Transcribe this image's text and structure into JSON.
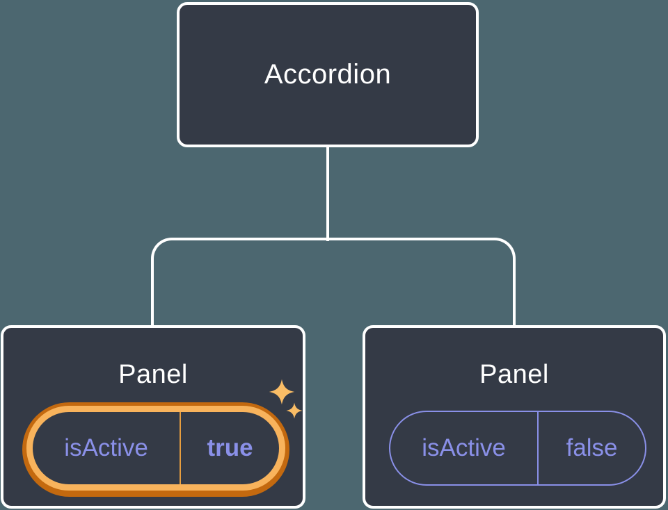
{
  "colors": {
    "background": "#4C6770",
    "card": "#343A46",
    "connector": "#FFFFFF",
    "text_primary": "#FFFFFF",
    "state_purple": "#8A90E8",
    "highlight_orange_dark": "#C3690F",
    "highlight_orange_light": "#F8B35C",
    "highlight_divider": "#E79E3F",
    "sparkle": "#FABD66"
  },
  "tree": {
    "root": {
      "label": "Accordion"
    },
    "children": [
      {
        "label": "Panel",
        "highlighted": true,
        "state": {
          "name": "isActive",
          "value": "true"
        }
      },
      {
        "label": "Panel",
        "highlighted": false,
        "state": {
          "name": "isActive",
          "value": "false"
        }
      }
    ]
  }
}
